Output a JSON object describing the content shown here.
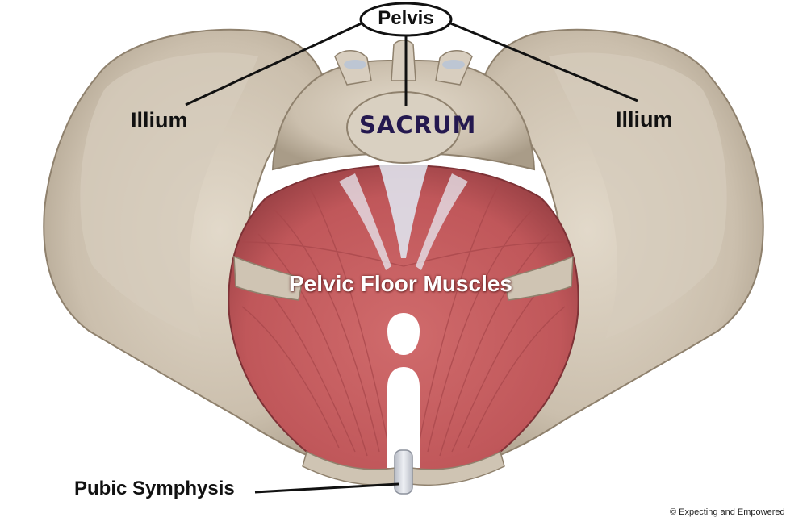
{
  "labels": {
    "pelvis": "Pelvis",
    "ilium_left": "Illium",
    "ilium_right": "Illium",
    "sacrum": "SACRUM",
    "pelvic_floor": "Pelvic Floor Muscles",
    "pubic_symphysis": "Pubic Symphysis",
    "copyright": "© Expecting and Empowered"
  },
  "colors": {
    "bone": "#cfc4b3",
    "bone_shadow": "#a89b88",
    "muscle": "#c0575a",
    "muscle_dark": "#8f3b3f",
    "tendon": "#dfe2ec",
    "sacrum_text": "#24184f",
    "leader_line": "#111111"
  }
}
